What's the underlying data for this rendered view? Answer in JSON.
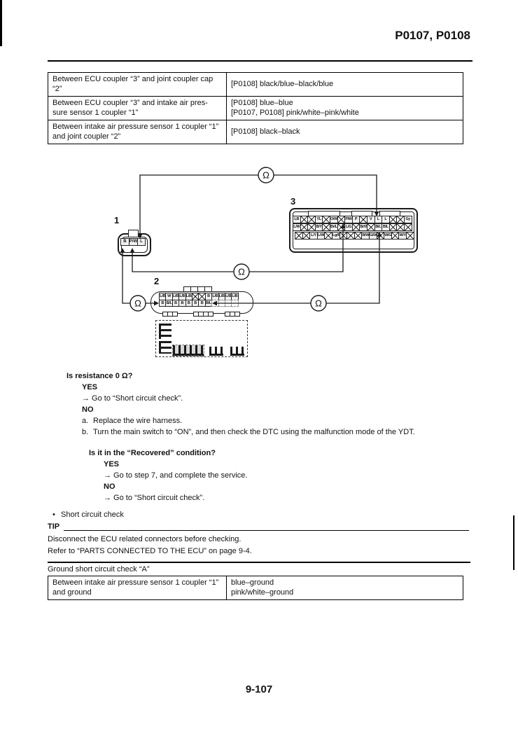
{
  "page": {
    "title": "P0107, P0108",
    "number": "9-107"
  },
  "check_table": {
    "rows": [
      {
        "item": "Between ECU coupler “3” and joint coupler cap “2”",
        "lines": [
          "[P0108] black/blue–black/blue"
        ]
      },
      {
        "item": "Between ECU coupler “3” and intake air pres-sure sensor 1 coupler “1”",
        "lines": [
          "[P0108] blue–blue",
          "[P0107, P0108] pink/white–pink/white"
        ]
      },
      {
        "item": "Between intake air pressure sensor 1 coupler “1” and joint coupler “2”",
        "lines": [
          "[P0108] black–black"
        ]
      }
    ]
  },
  "diagram": {
    "meter_symbol": "Ω",
    "connectors": {
      "c1": {
        "label": "1",
        "pins": [
          "B",
          "P/W",
          "L"
        ]
      },
      "c2": {
        "label": "2",
        "row1": [
          "L/B",
          "W",
          "L/B",
          "L/B",
          "L/B",
          "X",
          "X",
          "B",
          "L/B",
          "L/B",
          "L/B",
          "L/B"
        ],
        "row2": [
          "B",
          "B/L",
          "B",
          "B",
          "B",
          "B",
          "B",
          "B/L",
          "~",
          "~",
          "~",
          "~"
        ]
      },
      "c3": {
        "label": "3",
        "row1": [
          "LB",
          "X",
          "X",
          "YL",
          "X",
          "O/W",
          "X",
          "P/W",
          "P",
          "X",
          "V",
          "L",
          "L",
          "X",
          "X",
          "Gy"
        ],
        "row2": [
          "L/W",
          "X",
          "X",
          "B/Y",
          "X",
          "Br/L",
          "X",
          "L/G",
          "X",
          "Br/W",
          "X",
          "B/L",
          "B/L",
          "X",
          "X",
          "X"
        ],
        "row3": [
          "X",
          "X",
          "L/Y",
          "L/W",
          "X",
          "Lg/B",
          "X",
          "X",
          "X",
          "B/W",
          "G/W",
          "X",
          "W/G",
          "X",
          "W/Y",
          "X"
        ]
      }
    }
  },
  "resistance_check": {
    "question": "Is resistance 0 Ω?",
    "yes_label": "YES",
    "yes_action": "→ Go to “Short circuit check”.",
    "no_label": "NO",
    "steps": [
      {
        "marker": "a.",
        "text": "Replace the wire harness."
      },
      {
        "marker": "b.",
        "text": "Turn the main switch to “ON”, and then check the DTC using the malfunction mode of the YDT."
      }
    ]
  },
  "recovered_check": {
    "question": "Is it in the “Recovered” condition?",
    "yes_label": "YES",
    "yes_action": "→ Go to step 7, and complete the service.",
    "no_label": "NO",
    "no_action": "→ Go to “Short circuit check”."
  },
  "bullet_item": {
    "bullet": "•",
    "text": "Short circuit check"
  },
  "tip": {
    "label": "TIP",
    "lines": [
      "Disconnect the ECU related connectors before checking.",
      "Refer to “PARTS CONNECTED TO THE ECU” on page 9-4."
    ]
  },
  "ground_check": {
    "heading": "Ground short circuit check “A”",
    "row": {
      "item": "Between intake air pressure sensor 1 coupler “1” and ground",
      "lines": [
        "blue–ground",
        "pink/white–ground"
      ]
    }
  }
}
